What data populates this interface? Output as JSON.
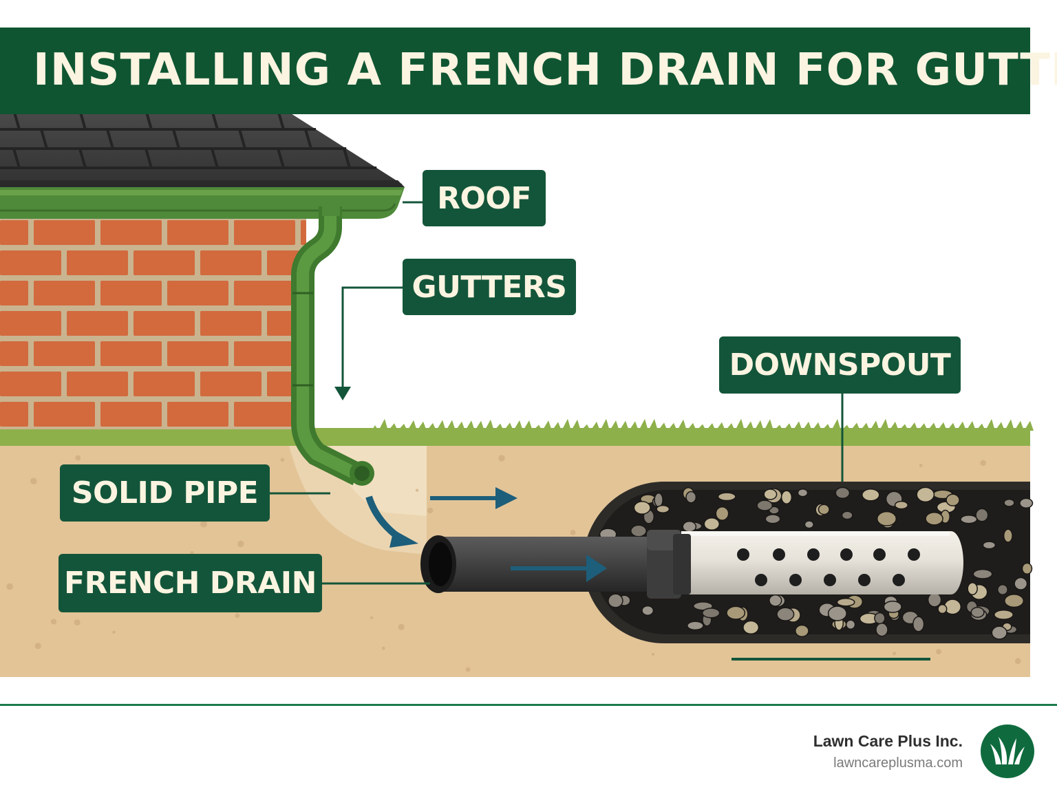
{
  "title": "INSTALLING A FRENCH DRAIN FOR GUTTERS",
  "labels": {
    "roof": "ROOF",
    "gutters": "GUTTERS",
    "downspout": "DOWNSPOUT",
    "solid_pipe": "SOLID PIPE",
    "french_drain": "FRENCH DRAIN"
  },
  "brand": {
    "name": "Lawn Care Plus Inc.",
    "url": "lawncareplusma.com",
    "logo_icon": "grass-icon"
  },
  "colors": {
    "banner": "#0f5532",
    "label_bg": "#13553a",
    "label_text": "#fbf4e1",
    "gutter": "#4f8a3a",
    "brick": "#d26a3e",
    "soil": "#e2c497",
    "grass": "#8db04b",
    "pipe": "#3a3a3a",
    "flow_arrow": "#1d5e7a",
    "logo": "#0f6b3e"
  }
}
